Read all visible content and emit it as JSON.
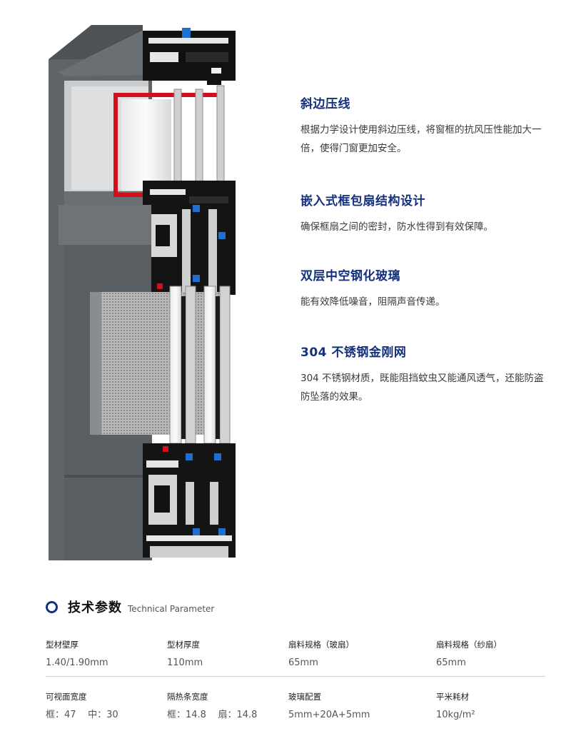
{
  "features": [
    {
      "title": "斜边压线",
      "desc": "根据力学设计使用斜边压线，将窗框的抗风压性能加大一倍，使得门窗更加安全。"
    },
    {
      "title": "嵌入式框包扇结构设计",
      "desc": "确保框扇之间的密封，防水性得到有效保障。"
    },
    {
      "title": "双层中空钢化玻璃",
      "desc": "能有效降低噪音，阻隔声音传递。"
    },
    {
      "title": "304 不锈钢金刚网",
      "desc": "304 不锈钢材质，既能阻挡蚊虫又能通风透气，还能防盗防坠落的效果。"
    }
  ],
  "tech": {
    "title": "技术参数",
    "subtitle": "Technical Parameter",
    "rows": [
      [
        {
          "label": "型材壁厚",
          "value": "1.40/1.90mm"
        },
        {
          "label": "型材厚度",
          "value": "110mm"
        },
        {
          "label": "扇料规格（玻扇）",
          "value": "65mm"
        },
        {
          "label": "扇料规格（纱扇）",
          "value": "65mm"
        }
      ],
      [
        {
          "label": "可视面宽度",
          "value": "框：47    中：30"
        },
        {
          "label": "隔热条宽度",
          "value": "框：14.8    扇：14.8"
        },
        {
          "label": "玻璃配置",
          "value": "5mm+20A+5mm"
        },
        {
          "label": "平米耗材",
          "value": "10kg/m²"
        }
      ]
    ]
  },
  "colors": {
    "accent": "#15317e",
    "frame": "#5a5f63",
    "profile": "#1a1a1a",
    "seal": "#d0101a",
    "gasket": "#1f6fd1"
  }
}
